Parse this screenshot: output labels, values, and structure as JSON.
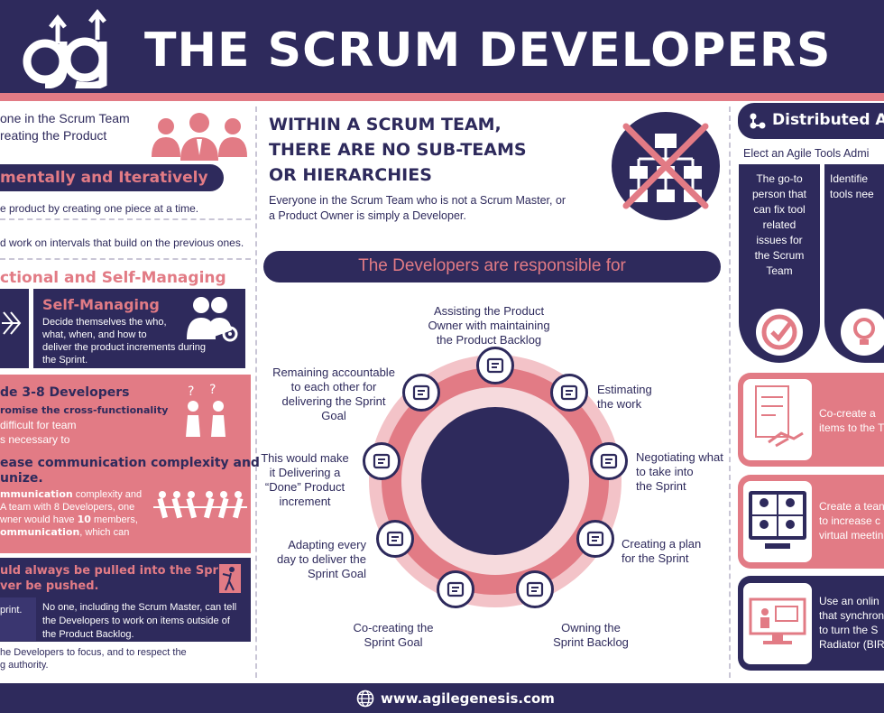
{
  "header": {
    "title": "THE SCRUM DEVELOPERS"
  },
  "left": {
    "intro": [
      "one in the Scrum Team",
      "reating the Product"
    ],
    "banner1": "mentally and Iteratively",
    "incremental": "e product by creating one piece at a time.",
    "iterative": "d work on intervals that build on the previous ones.",
    "banner2": "ctional and Self-Managing",
    "self_managing_title": "Self-Managing",
    "self_managing_text": [
      "Decide themselves the who,",
      "what, when, and how to",
      "deliver the product increments during",
      "the Sprint."
    ],
    "size_title": "de 3-8 Developers",
    "size_line1_bold": "romise the cross-functionality",
    "size_line2": "difficult for team",
    "size_line3": "s necessary to",
    "comm_title1": "ease communication complexity and",
    "comm_title2": "unize.",
    "comm_l1_bold": "mmunication",
    "comm_l1_rest": " complexity and",
    "comm_l2": "A team with 8 Developers, one",
    "comm_l3_a": "wner would have ",
    "comm_l3_b": "10",
    "comm_l3_c": " members,",
    "comm_l4_bold": "ommunication",
    "comm_l4_rest": ", which can",
    "pull_title1": "uld always be pulled into the Sprint",
    "pull_title2": "ver be pushed.",
    "pull_left": [
      "",
      "print."
    ],
    "pull_right": [
      "No one, including the Scrum Master, can tell",
      "the Developers to work on items outside of",
      "the Product Backlog."
    ],
    "pull_bottom": [
      "he Developers to focus, and to respect the",
      "g authority."
    ]
  },
  "center": {
    "heading": [
      "WITHIN A SCRUM TEAM,",
      "THERE ARE NO SUB-TEAMS",
      "OR HIERARCHIES"
    ],
    "subtext": [
      "Everyone in the Scrum Team who is not a Scrum Master, or",
      "a Product Owner is simply a Developer."
    ],
    "responsible": "The Developers are responsible for",
    "items": [
      [
        "Assisting the Product",
        "Owner with maintaining",
        "the Product Backlog"
      ],
      [
        "Estimating",
        "the work"
      ],
      [
        "Negotiating what",
        "to take into",
        "the Sprint"
      ],
      [
        "Creating a plan",
        "for the Sprint"
      ],
      [
        "Owning the",
        "Sprint Backlog"
      ],
      [
        "Co-creating the",
        "Sprint Goal"
      ],
      [
        "Adapting every",
        "day to deliver the",
        "Sprint Goal"
      ],
      [
        "This would make",
        "it Delivering a",
        "“Done” Product",
        "increment"
      ],
      [
        "Remaining accountable",
        "to each other for",
        "delivering the Sprint",
        "Goal"
      ]
    ]
  },
  "right": {
    "title": "Distributed Ag",
    "elect": "Elect an Agile Tools Admi",
    "card1": [
      "The go-to",
      "person that",
      "can fix tool",
      "related",
      "issues for",
      "the Scrum",
      "Team"
    ],
    "card2": [
      "Identifie",
      "tools nee"
    ],
    "row1": [
      "Co-create a",
      "items to the T"
    ],
    "row2": [
      "Create a tean",
      "to increase c",
      "virtual meetin"
    ],
    "row3": [
      "Use an onlin",
      "that synchron",
      "to turn the S",
      "Radiator (BIR"
    ]
  },
  "footer": {
    "url": "www.agilegenesis.com"
  }
}
